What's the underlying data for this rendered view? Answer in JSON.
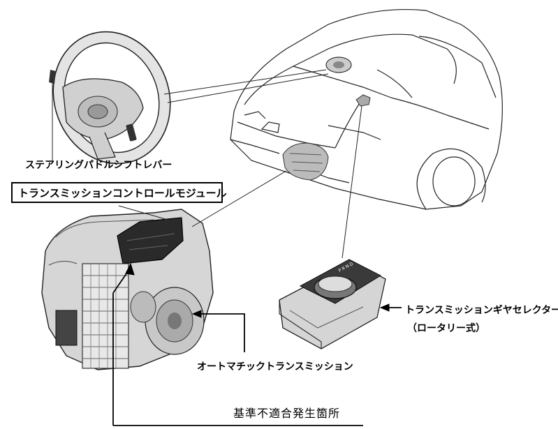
{
  "labels": {
    "paddle_shift": "ステアリングパドルシフトレバー",
    "tcm": "トランスミッションコントロールモジュール",
    "gear_selector": "トランスミッションギヤセレクター",
    "rotary_type": "（ロータリー式）",
    "auto_transmission": "オートマチックトランスミッション",
    "defect_location": "基準不適合発生箇所"
  },
  "selector_knob_marks": "P R N D",
  "icons": {
    "vehicle": "suv-line-drawing",
    "steering": "steering-wheel",
    "transmission": "automatic-transmission",
    "selector": "rotary-gear-selector"
  }
}
